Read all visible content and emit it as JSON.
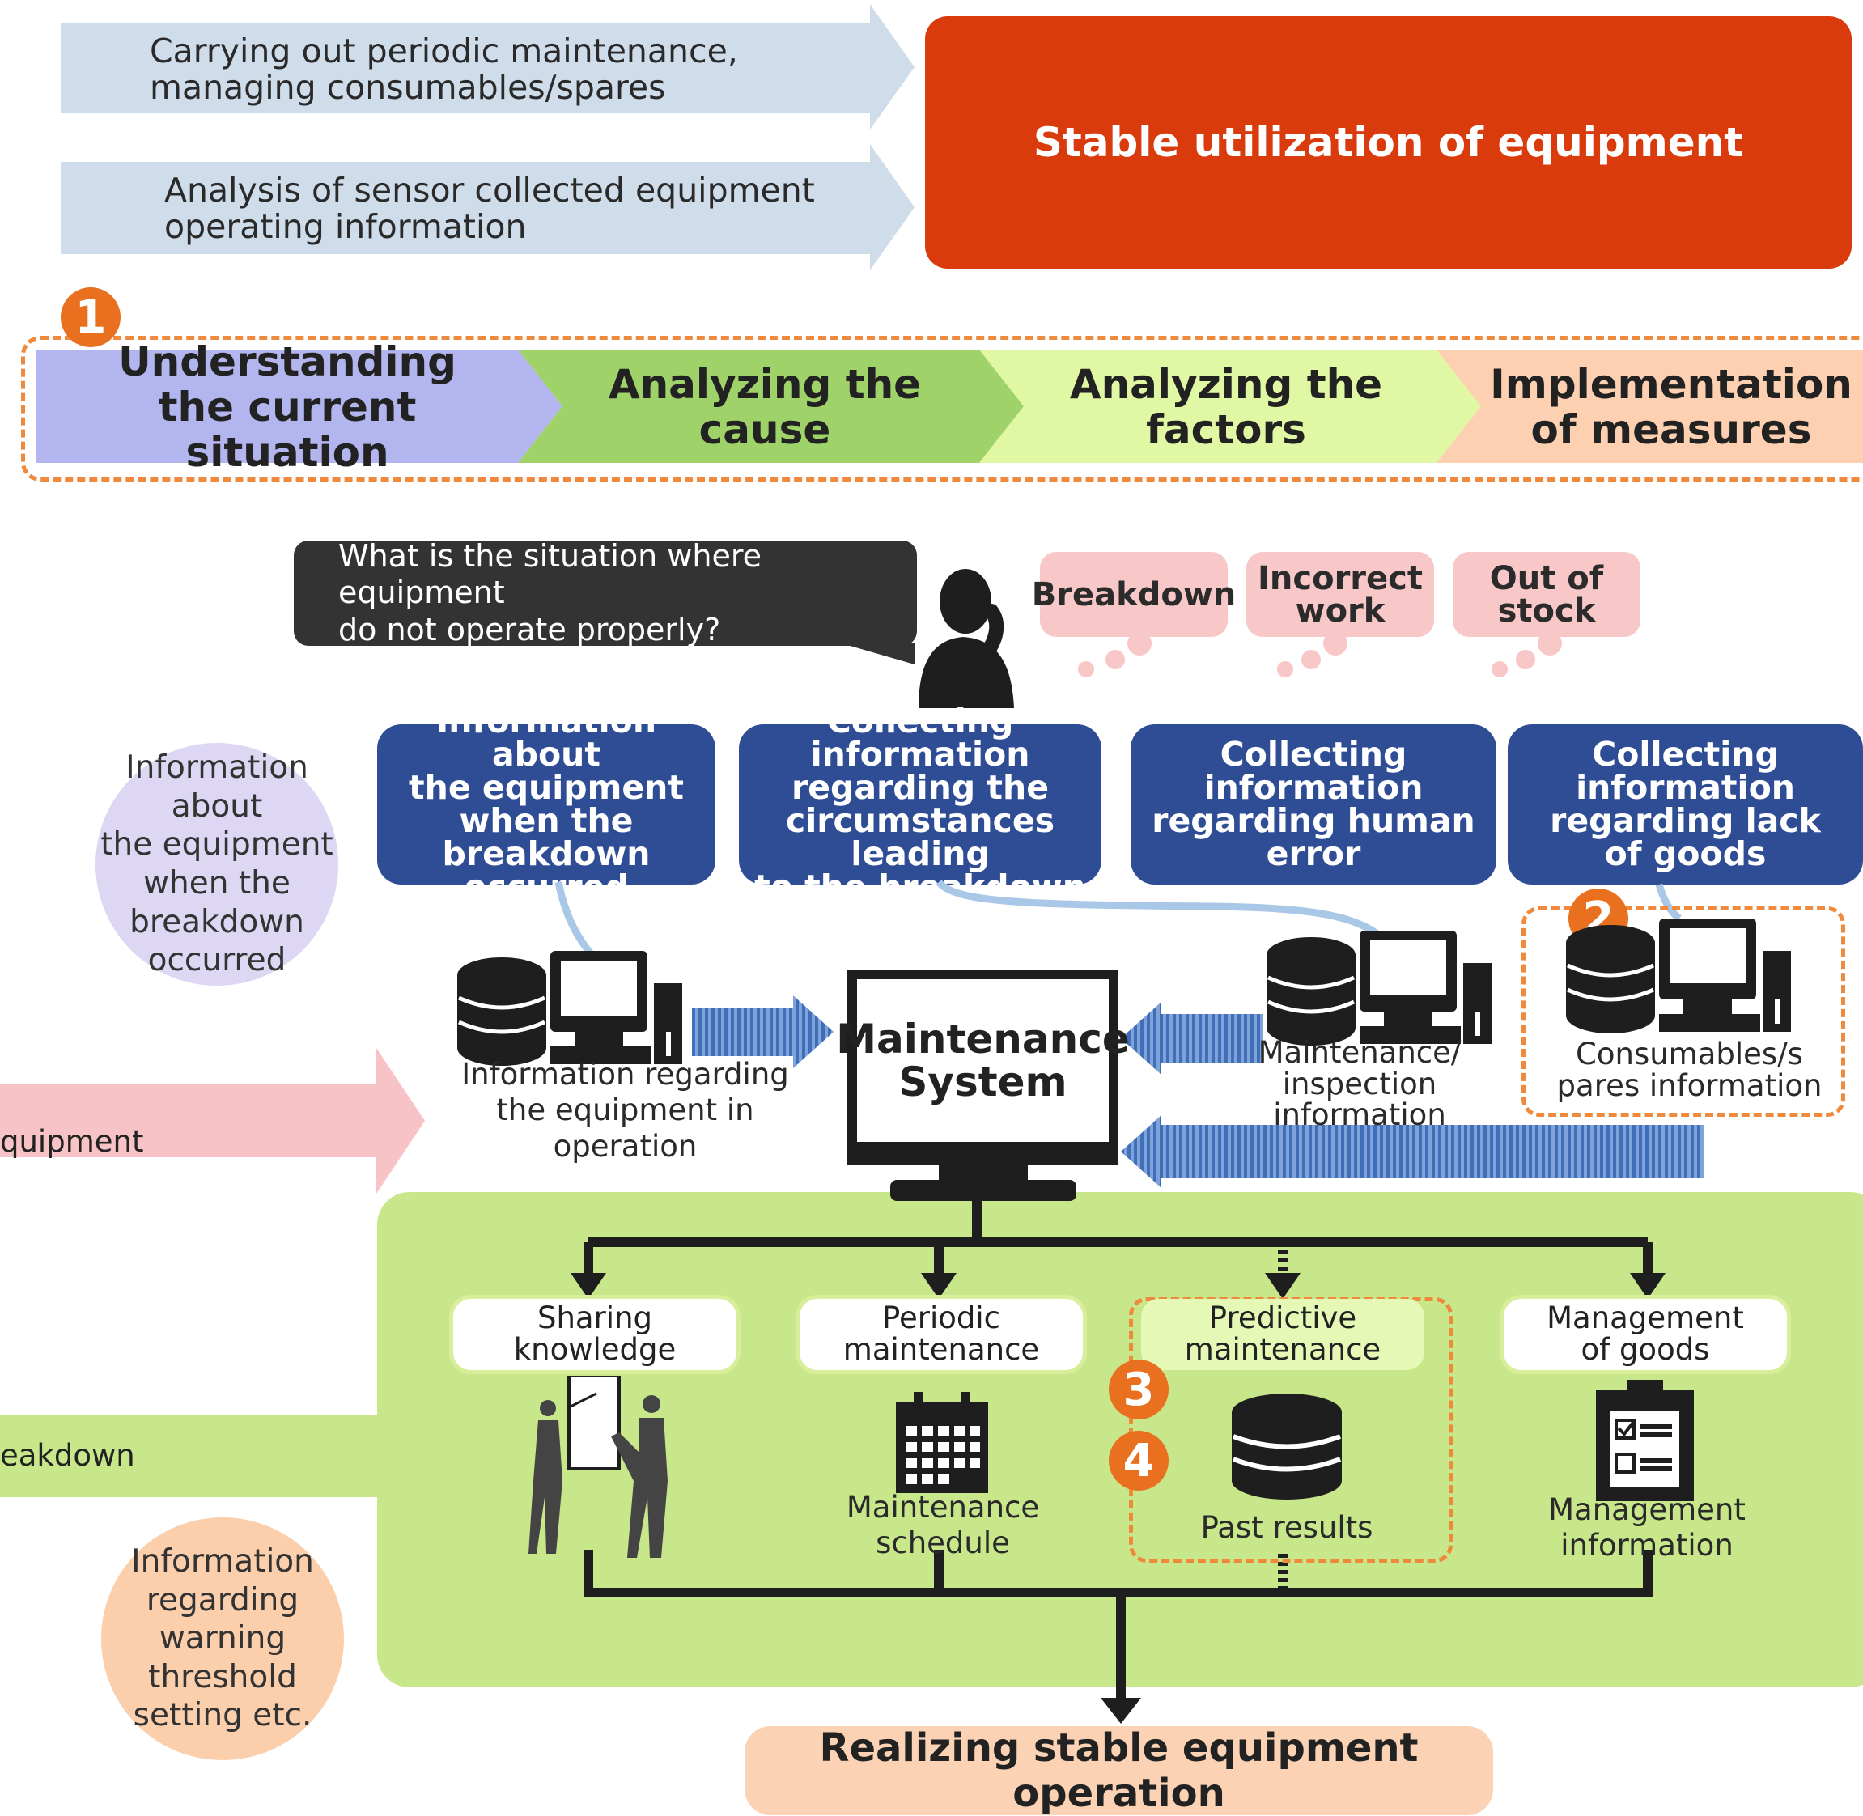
{
  "top_arrows": [
    "Carrying out periodic maintenance,\nmanaging consumables/spares",
    "Analysis of sensor collected equipment\noperating information"
  ],
  "goal_box": "Stable utilization of equipment",
  "steps_badge": "1",
  "steps": [
    "Understanding\nthe current situation",
    "Analyzing the cause",
    "Analyzing the factors",
    "Implementation\nof measures"
  ],
  "speech_bubble": "What is the situation where equipment\ndo not operate properly?",
  "thoughts": [
    "Breakdown",
    "Incorrect\nwork",
    "Out of stock"
  ],
  "info_boxes": [
    "Information about\nthe equipment\nwhen the breakdown\noccurred",
    "Collecting information\nregarding the\ncircumstances leading\nto the breakdown",
    "Collecting information\nregarding human\nerror",
    "Collecting information\nregarding lack\nof goods"
  ],
  "circle_left_top": "Information about\nthe equipment\nwhen the breakdown\noccurred",
  "circle_left_bottom": "Information\nregarding\nwarning threshold\nsetting etc.",
  "left_arrow_pink": "quipment",
  "left_band_green": "eakdown",
  "equipment_label": "Information regarding\nthe equipment in operation",
  "maintenance_system": "Maintenance\nSystem",
  "maintenance_info_label": "Maintenance/\ninspection information",
  "badge_2": "2",
  "consumables_label": "Consumables/s\npares information",
  "functions": [
    {
      "title": "Sharing knowledge",
      "caption": ""
    },
    {
      "title": "Periodic\nmaintenance",
      "caption": "Maintenance schedule"
    },
    {
      "title": "Predictive\nmaintenance",
      "caption": "Past results"
    },
    {
      "title": "Management\nof goods",
      "caption": "Management information"
    }
  ],
  "badge_3": "3",
  "badge_4": "4",
  "result": "Realizing stable equipment operation",
  "colors": {
    "arrow_blue": "#cfdcea",
    "goal_red": "#d93b0d",
    "step1": "#b3b6ee",
    "step2": "#9fd36a",
    "step3": "#e0f7a3",
    "step4": "#fcd0b0",
    "navy": "#2f4d94",
    "pink_thought": "#f8c7c7",
    "green_panel": "#c8e68a",
    "orange_badge": "#e8701e",
    "result_peach": "#fbd3b4"
  }
}
